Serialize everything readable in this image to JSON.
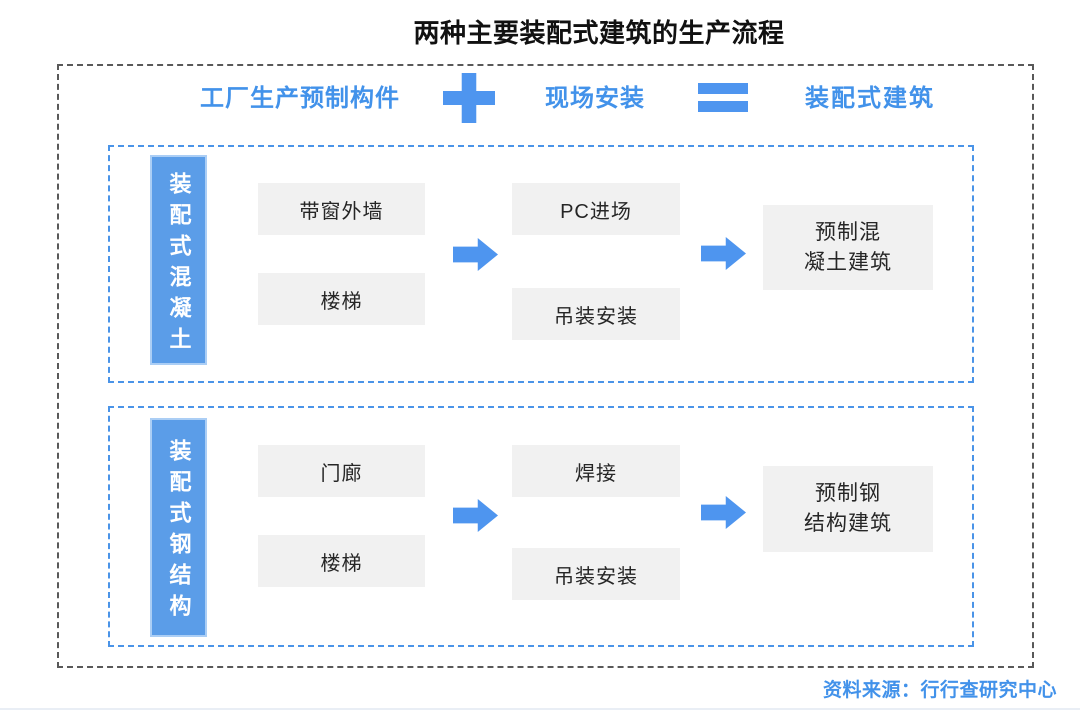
{
  "title": "两种主要装配式建筑的生产流程",
  "formula": {
    "factory_label": "工厂生产预制构件",
    "plus_icon": "plus",
    "onsite_label": "现场安装",
    "equals_icon": "equals",
    "result_label": "装配式建筑"
  },
  "sections": [
    {
      "side_label": "装配式混凝土",
      "factory_items": [
        "带窗外墙",
        "楼梯"
      ],
      "site_items": [
        "PC进场",
        "吊装安装"
      ],
      "result_lines": [
        "预制混",
        "凝土建筑"
      ]
    },
    {
      "side_label": "装配式钢结构",
      "factory_items": [
        "门廊",
        "楼梯"
      ],
      "site_items": [
        "焊接",
        "吊装安装"
      ],
      "result_lines": [
        "预制钢",
        "结构建筑"
      ]
    }
  ],
  "source_note": "资料来源：行行查研究中心",
  "colors": {
    "accent_blue": "#4292ea",
    "side_label_fill": "#5b9de8",
    "side_label_border": "#abcef5",
    "arrow_blue": "#4e95ef",
    "box_gray": "#f1f1f1",
    "outer_border_gray": "#595959",
    "inner_border_blue": "#4a94e8"
  }
}
